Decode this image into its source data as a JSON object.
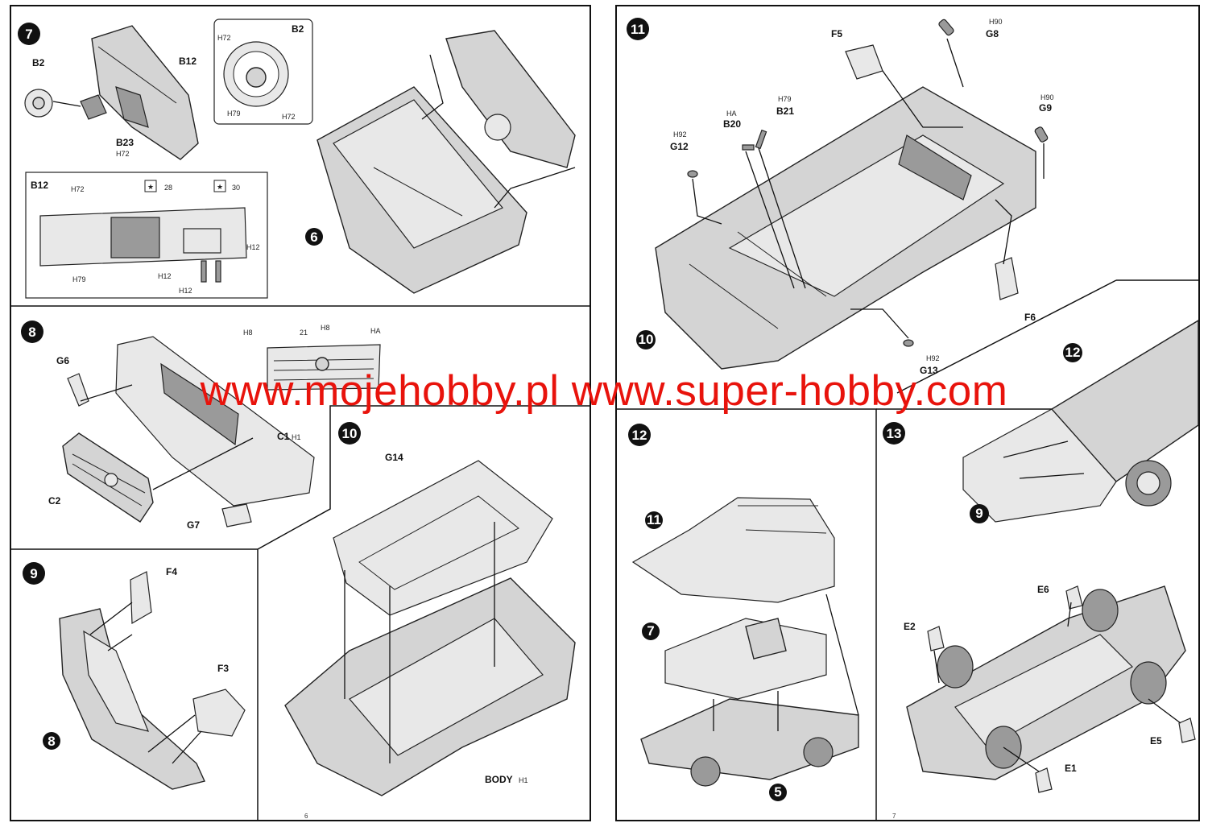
{
  "watermark": {
    "text": "www.mojehobby.pl www.super-hobby.com",
    "color": "#e8130c"
  },
  "step7": {
    "number": "7",
    "labels": {
      "b2_main": "B2",
      "b12_main": "B12",
      "b23": "B23",
      "b23_h": "H72",
      "inset_b2": "B2",
      "inset_h1": "H72",
      "inset_h2": "H79",
      "inset_h3": "H72",
      "detail_b12": "B12",
      "detail_h_a": "H72",
      "detail_h_b": "H79",
      "detail_h_c": "H12",
      "detail_h_d": "H12",
      "detail_h_e": "H12",
      "decal_a": "28",
      "decal_b": "30",
      "floor": "6"
    }
  },
  "step8": {
    "number": "8",
    "labels": {
      "g6": "G6",
      "c1": "C1",
      "c1_h": "H1",
      "c2": "C2",
      "g7": "G7",
      "grille_h1": "H8",
      "grille_decal": "21",
      "grille_h2": "H8",
      "grille_h3": "HA"
    }
  },
  "step9": {
    "number": "9",
    "labels": {
      "f4": "F4",
      "f3": "F3",
      "bumper": "8"
    }
  },
  "step10": {
    "number": "10",
    "labels": {
      "g14": "G14",
      "body": "BODY",
      "body_h": "H1"
    }
  },
  "step11": {
    "number": "11",
    "labels": {
      "f5": "F5",
      "g8": "G8",
      "g8_h": "H90",
      "g9": "G9",
      "g9_h": "H90",
      "b20": "B20",
      "b20_h": "HA",
      "b21": "B21",
      "b21_h": "H79",
      "g12": "G12",
      "g12_h": "H92",
      "f6": "F6",
      "g13": "G13",
      "g13_h": "H92",
      "body": "10"
    }
  },
  "step12": {
    "number": "12",
    "labels": {
      "body": "11",
      "interior": "7",
      "chassis": "5"
    }
  },
  "step13": {
    "number": "13",
    "labels": {
      "front": "9",
      "car": "12",
      "e6": "E6",
      "e2": "E2",
      "e5": "E5",
      "e1": "E1"
    }
  },
  "folio": {
    "left": "6",
    "right": "7"
  }
}
